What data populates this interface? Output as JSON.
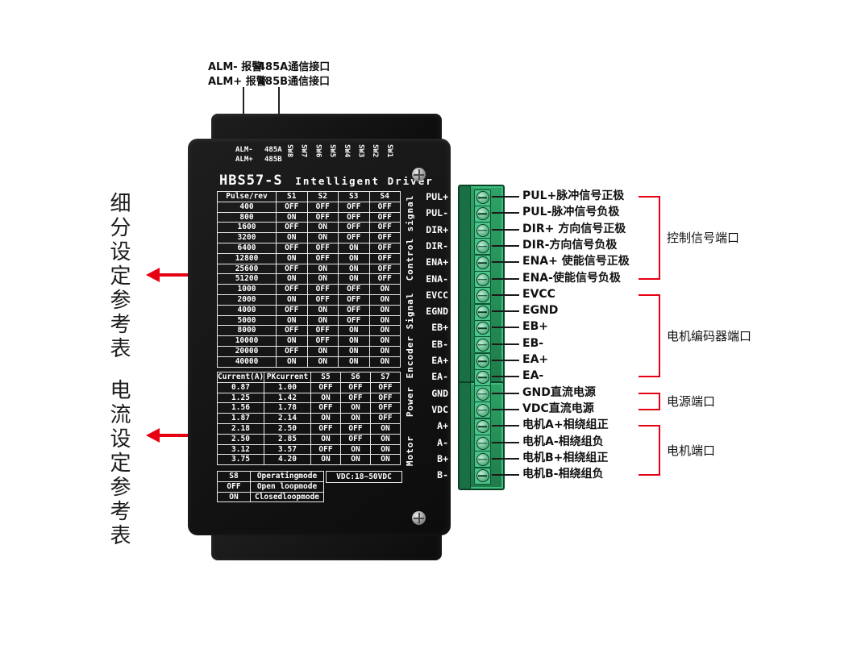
{
  "left_annotations": {
    "subdivision_label": "细分设定参考表",
    "current_label": "电流设定参考表"
  },
  "top_annotations": {
    "rows": [
      {
        "pin": "ALM- 报警",
        "desc": "485A通信接口"
      },
      {
        "pin": "ALM+ 报警",
        "desc": "485B通信接口"
      }
    ]
  },
  "device": {
    "title_model": "HBS57-S",
    "title_name": "Intelligent Driver",
    "alarm_pins": [
      "ALM-",
      "ALM+"
    ],
    "comm_pins": [
      "485A",
      "485B"
    ],
    "dip_labels": [
      "SW8",
      "SW7",
      "SW6",
      "SW5",
      "SW4",
      "SW3",
      "SW2",
      "SW1"
    ],
    "pulse_table": {
      "headers": [
        "Pulse/rev",
        "S1",
        "S2",
        "S3",
        "S4"
      ],
      "rows": [
        [
          "400",
          "OFF",
          "OFF",
          "OFF",
          "OFF"
        ],
        [
          "800",
          "ON",
          "OFF",
          "OFF",
          "OFF"
        ],
        [
          "1600",
          "OFF",
          "ON",
          "OFF",
          "OFF"
        ],
        [
          "3200",
          "ON",
          "ON",
          "OFF",
          "OFF"
        ],
        [
          "6400",
          "OFF",
          "OFF",
          "ON",
          "OFF"
        ],
        [
          "12800",
          "ON",
          "OFF",
          "ON",
          "OFF"
        ],
        [
          "25600",
          "OFF",
          "ON",
          "ON",
          "OFF"
        ],
        [
          "51200",
          "ON",
          "ON",
          "ON",
          "OFF"
        ],
        [
          "1000",
          "OFF",
          "OFF",
          "OFF",
          "ON"
        ],
        [
          "2000",
          "ON",
          "OFF",
          "OFF",
          "ON"
        ],
        [
          "4000",
          "OFF",
          "ON",
          "OFF",
          "ON"
        ],
        [
          "5000",
          "ON",
          "ON",
          "OFF",
          "ON"
        ],
        [
          "8000",
          "OFF",
          "OFF",
          "ON",
          "ON"
        ],
        [
          "10000",
          "ON",
          "OFF",
          "ON",
          "ON"
        ],
        [
          "20000",
          "OFF",
          "ON",
          "ON",
          "ON"
        ],
        [
          "40000",
          "ON",
          "ON",
          "ON",
          "ON"
        ]
      ]
    },
    "current_table": {
      "headers": [
        "Current(A)",
        "PKcurrent",
        "S5",
        "S6",
        "S7"
      ],
      "rows": [
        [
          "0.87",
          "1.00",
          "OFF",
          "OFF",
          "OFF"
        ],
        [
          "1.25",
          "1.42",
          "ON",
          "OFF",
          "OFF"
        ],
        [
          "1.56",
          "1.78",
          "OFF",
          "ON",
          "OFF"
        ],
        [
          "1.87",
          "2.14",
          "ON",
          "ON",
          "OFF"
        ],
        [
          "2.18",
          "2.50",
          "OFF",
          "OFF",
          "ON"
        ],
        [
          "2.50",
          "2.85",
          "ON",
          "OFF",
          "ON"
        ],
        [
          "3.12",
          "3.57",
          "OFF",
          "ON",
          "ON"
        ],
        [
          "3.75",
          "4.20",
          "ON",
          "ON",
          "ON"
        ]
      ]
    },
    "mode_table": {
      "rows": [
        [
          "S8",
          "Operatingmode"
        ],
        [
          "OFF",
          "Open loopmode"
        ],
        [
          "ON",
          "Closedloopmode"
        ]
      ]
    },
    "vdc_label": "VDC:18~50VDC",
    "side_strip": [
      "Control signal",
      "Encoder Signal",
      "Power",
      "Motor"
    ],
    "pins": [
      "PUL+",
      "PUL-",
      "DIR+",
      "DIR-",
      "ENA+",
      "ENA-",
      "EVCC",
      "EGND",
      "EB+",
      "EB-",
      "EA+",
      "EA-",
      "GND",
      "VDC",
      "A+",
      "A-",
      "B+",
      "B-"
    ]
  },
  "right_panel": {
    "labels": [
      "PUL+脉冲信号正极",
      "PUL-脉冲信号负极",
      "DIR+ 方向信号正极",
      "DIR-方向信号负极",
      "ENA+ 使能信号正极",
      "ENA-使能信号负极",
      "EVCC",
      "EGND",
      "EB+",
      "EB-",
      "EA+",
      "EA-",
      "GND直流电源",
      "VDC直流电源",
      "电机A+相绕组正",
      "电机A-相绕组负",
      "电机B+相绕组正",
      "电机B-相绕组负"
    ],
    "groups": [
      {
        "label": "控制信号端口",
        "from": 0,
        "to": 5
      },
      {
        "label": "电机编码器端口",
        "from": 6,
        "to": 11
      },
      {
        "label": "电源端口",
        "from": 12,
        "to": 13
      },
      {
        "label": "电机端口",
        "from": 14,
        "to": 17
      }
    ]
  },
  "colors": {
    "accent_red": "#e60012",
    "terminal_green": "#2ea265",
    "device_black": "#121212"
  }
}
